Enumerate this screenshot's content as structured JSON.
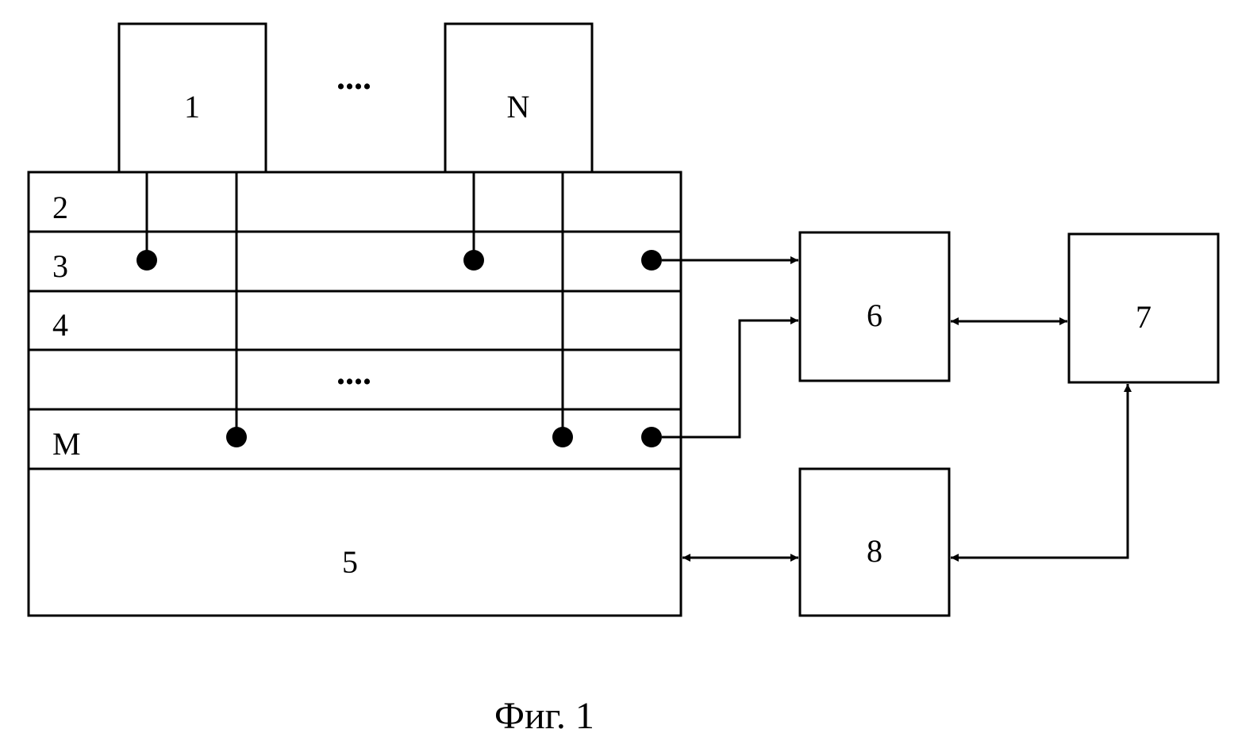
{
  "diagram": {
    "modules": {
      "first": "1",
      "last": "N",
      "ellipsis": "...."
    },
    "layers": {
      "layer_2": "2",
      "layer_3": "3",
      "layer_4": "4",
      "layer_ellipsis": "....",
      "layer_m": "M",
      "base_5": "5"
    },
    "blocks": {
      "block_6": "6",
      "block_7": "7",
      "block_8": "8"
    },
    "caption": "Фиг. 1"
  }
}
